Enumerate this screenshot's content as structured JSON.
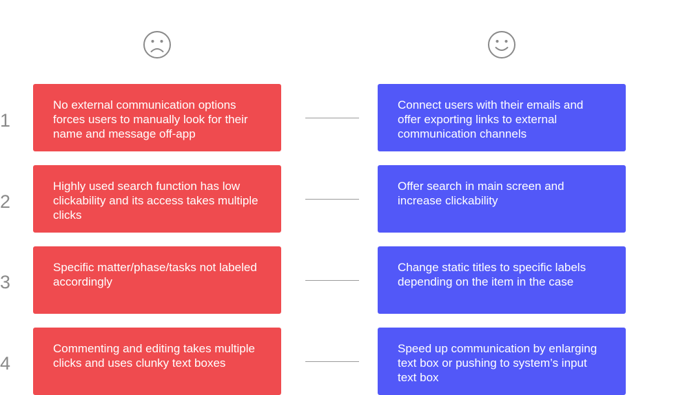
{
  "columns": {
    "problems_icon": "sad-face-icon",
    "solutions_icon": "happy-face-icon"
  },
  "colors": {
    "problem": "#ef4b4f",
    "solution": "#5258f8",
    "number": "#8a8a8a",
    "connector": "#9a9a9a"
  },
  "rows": [
    {
      "number": "1",
      "problem": "No external communication options forces users to manually look for their name and message off-app",
      "solution": "Connect users with their emails and offer exporting links to external communication channels"
    },
    {
      "number": "2",
      "problem": "Highly used search function has low clickability and its access takes multiple clicks",
      "solution": "Offer search in main screen and increase clickability"
    },
    {
      "number": "3",
      "problem": "Specific matter/phase/tasks not labeled accordingly",
      "solution": "Change static titles to specific labels depending on the item in the case"
    },
    {
      "number": "4",
      "problem": "Commenting and editing takes multiple clicks and uses clunky text boxes",
      "solution": "Speed up communication by enlarging text box or pushing to system’s input text box"
    }
  ]
}
